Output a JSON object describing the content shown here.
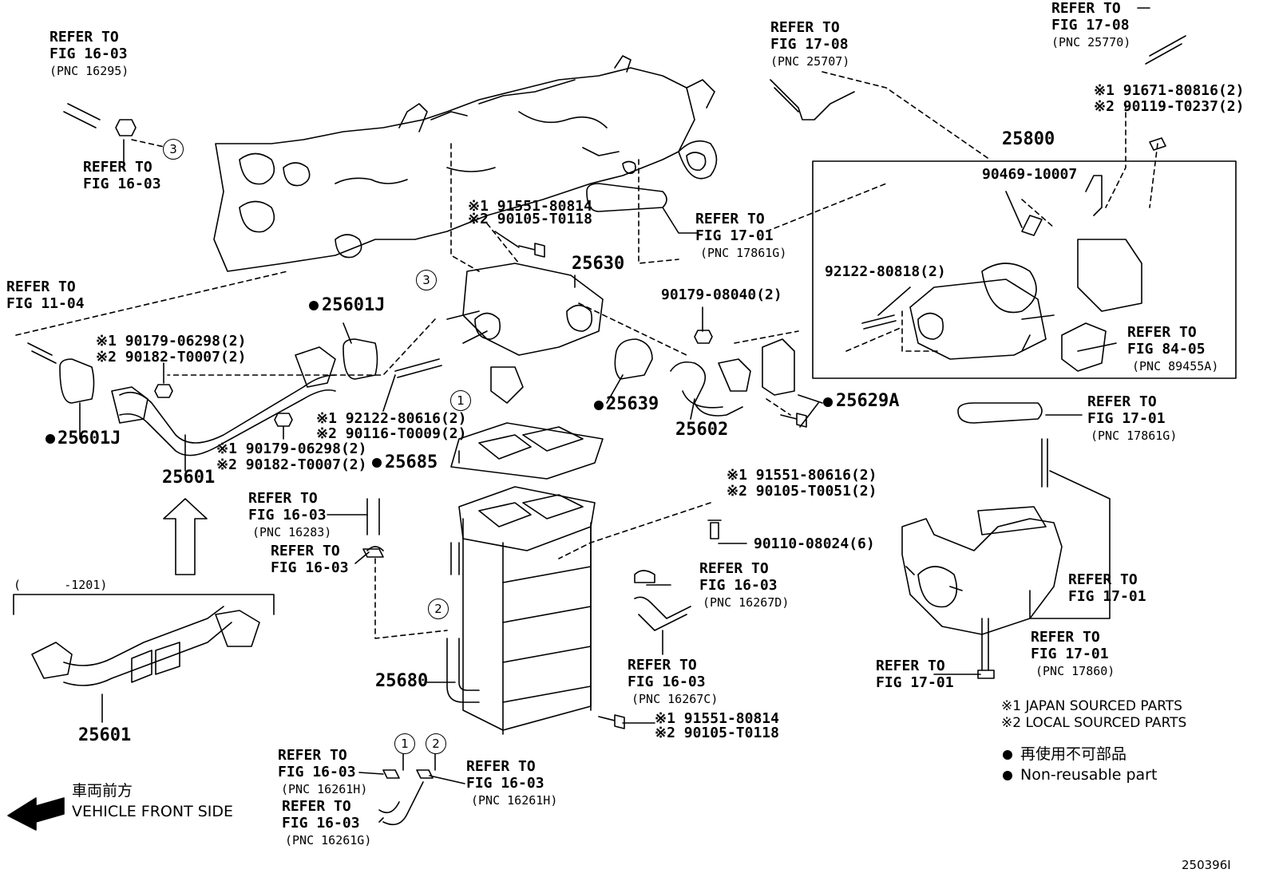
{
  "refer": {
    "r1": {
      "line1": "REFER TO",
      "line2": "FIG 16-03",
      "pnc": "(PNC 16295)"
    },
    "r2": {
      "line1": "REFER TO",
      "line2": "FIG 16-03"
    },
    "r3": {
      "line1": "REFER TO",
      "line2": "FIG 11-04"
    },
    "r4": {
      "line1": "REFER TO",
      "line2": "FIG 17-08",
      "pnc": "(PNC 25707)"
    },
    "r5": {
      "line1": "REFER TO",
      "line2": "FIG 17-08",
      "pnc": "(PNC 25770)"
    },
    "r6": {
      "line1": "REFER TO",
      "line2": "FIG 17-01",
      "pnc": "(PNC 17861G)"
    },
    "r7": {
      "line1": "REFER TO",
      "line2": "FIG 84-05",
      "pnc": "(PNC 89455A)"
    },
    "r8": {
      "line1": "REFER TO",
      "line2": "FIG 17-01",
      "pnc": "(PNC 17861G)"
    },
    "r9": {
      "line1": "REFER TO",
      "line2": "FIG 16-03",
      "pnc": "(PNC 16283)"
    },
    "r10": {
      "line1": "REFER TO",
      "line2": "FIG 16-03"
    },
    "r11": {
      "line1": "REFER TO",
      "line2": "FIG 16-03",
      "pnc": "(PNC 16267D)"
    },
    "r12": {
      "line1": "REFER TO",
      "line2": "FIG 16-03",
      "pnc": "(PNC 16267C)"
    },
    "r13": {
      "line1": "REFER TO",
      "line2": "FIG 17-01"
    },
    "r14": {
      "line1": "REFER TO",
      "line2": "FIG 17-01",
      "pnc": "(PNC 17860)"
    },
    "r15": {
      "line1": "REFER TO",
      "line2": "FIG 17-01"
    },
    "r16": {
      "line1": "REFER TO",
      "line2": "FIG 16-03",
      "pnc": "(PNC 16261H)"
    },
    "r17": {
      "line1": "REFER TO",
      "line2": "FIG 16-03",
      "pnc": "(PNC 16261G)"
    },
    "r18": {
      "line1": "REFER TO",
      "line2": "FIG 16-03",
      "pnc": "(PNC 16261H)"
    }
  },
  "parts": {
    "p25800": "25800",
    "p90469": "90469-10007",
    "p92122_808": "92122-80818(2)",
    "p91671_a": "※1 91671-80816(2)",
    "p91671_b": "※2 90119-T0237(2)",
    "p91551_a": "※1 91551-80814",
    "p91551_b": "※2 90105-T0118",
    "p25630": "25630",
    "p90179_08": "90179-08040(2)",
    "p25601J_a": "25601J",
    "p25601J_b": "25601J",
    "p90179_06_a": "※1 90179-06298(2)",
    "p90179_06_b": "※2 90182-T0007(2)",
    "p92122_806_a": "※1 92122-80616(2)",
    "p92122_806_b": "※2 90116-T0009(2)",
    "p25639": "25639",
    "p25629A": "25629A",
    "p25602": "25602",
    "p90179_06c_a": "※1 90179-06298(2)",
    "p90179_06c_b": "※2 90182-T0007(2)",
    "p25685": "25685",
    "p25601_a": "25601",
    "p25601_b": "25601",
    "p91551_616_a": "※1 91551-80616(2)",
    "p91551_616_b": "※2 90105-T0051(2)",
    "p90110": "90110-08024(6)",
    "p25680": "25680",
    "p91551_b2_a": "※1 91551-80814",
    "p91551_b2_b": "※2 90105-T0118",
    "bracket_range": "(      -1201)"
  },
  "callouts": {
    "c1": "1",
    "c2": "2",
    "c3": "3"
  },
  "legend": {
    "japan": "※1 JAPAN SOURCED PARTS",
    "local": "※2 LOCAL SOURCED PARTS",
    "nonreuse_jp": "再使用不可部品",
    "nonreuse_en": "Non-reusable part"
  },
  "front": {
    "jp": "車両前方",
    "en": "VEHICLE FRONT SIDE"
  },
  "fig_id": "250396I"
}
